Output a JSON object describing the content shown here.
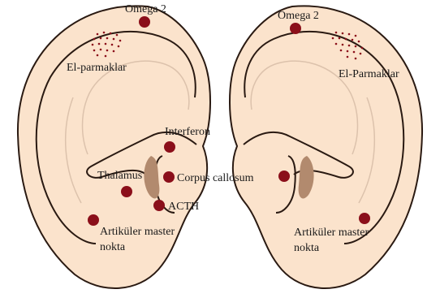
{
  "colors": {
    "skin": "#FBE3CC",
    "outline": "#2a1a12",
    "inner_line": "#dcc2ac",
    "dot": "#8B0F1A",
    "canal": "#B28A6E"
  },
  "left_ear": {
    "labels": {
      "omega": "Omega 2",
      "fingers": "El-parmaklar",
      "interferon": "Interferon",
      "thalamus": "Thalamus",
      "corpus": "Corpus callosum",
      "acth": "ACTH",
      "master_1": "Artiküler master",
      "master_2": "nokta"
    }
  },
  "right_ear": {
    "labels": {
      "omega": "Omega 2",
      "fingers": "El-Parmaklar",
      "master_1": "Artiküler master",
      "master_2": "nokta"
    }
  }
}
